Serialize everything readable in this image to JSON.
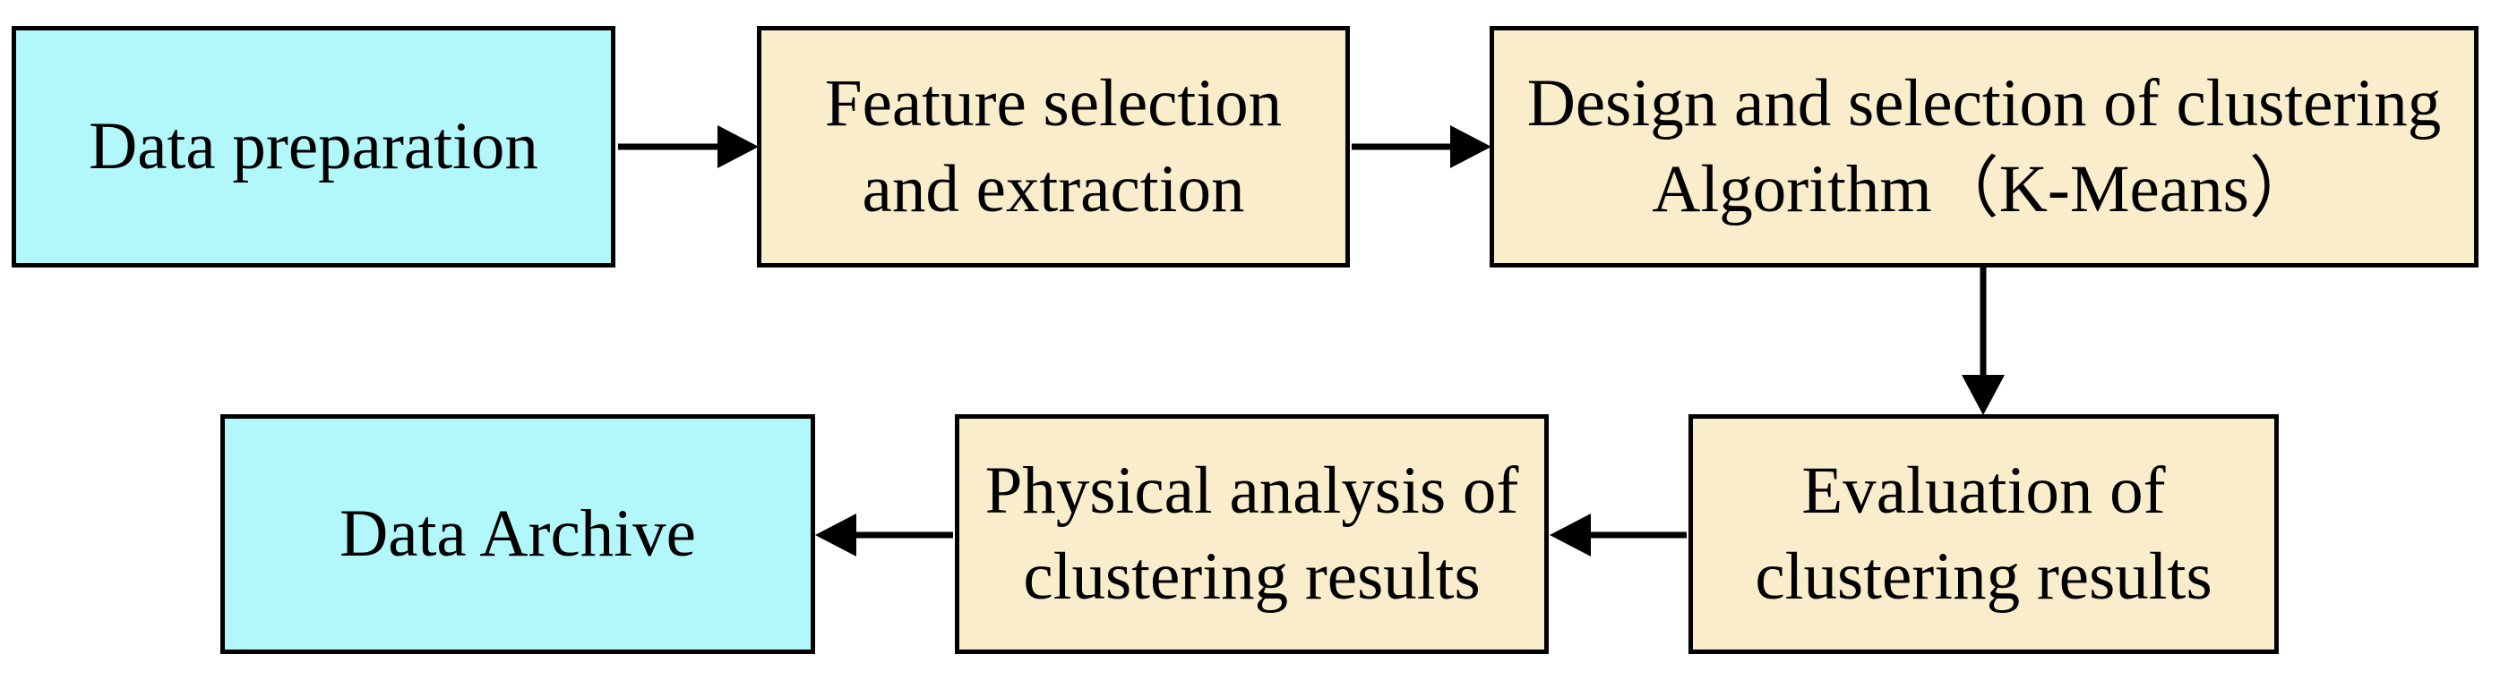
{
  "diagram": {
    "type": "flowchart",
    "colors": {
      "background": "#FFFFFF",
      "node_fill_cyan": "#B2F8FB",
      "node_fill_tan": "#FAEDCC",
      "node_border": "#000000",
      "text": "#000000",
      "arrow": "#000000"
    },
    "nodes": [
      {
        "id": "data-preparation",
        "lines": [
          "Data preparation"
        ],
        "fill": "#B2F8FB"
      },
      {
        "id": "feature-selection-extraction",
        "lines": [
          "Feature selection",
          "and extraction"
        ],
        "fill": "#FAEDCC"
      },
      {
        "id": "clustering-algorithm-design",
        "lines": [
          "Design and selection of clustering",
          "Algorithm（K-Means）"
        ],
        "fill": "#FAEDCC"
      },
      {
        "id": "data-archive",
        "lines": [
          "Data Archive"
        ],
        "fill": "#B2F8FB"
      },
      {
        "id": "physical-analysis",
        "lines": [
          "Physical analysis of",
          "clustering results"
        ],
        "fill": "#FAEDCC"
      },
      {
        "id": "evaluation",
        "lines": [
          "Evaluation of",
          "clustering results"
        ],
        "fill": "#FAEDCC"
      }
    ],
    "edges": [
      {
        "from": "data-preparation",
        "to": "feature-selection-extraction",
        "direction": "right"
      },
      {
        "from": "feature-selection-extraction",
        "to": "clustering-algorithm-design",
        "direction": "right"
      },
      {
        "from": "clustering-algorithm-design",
        "to": "evaluation",
        "direction": "down"
      },
      {
        "from": "evaluation",
        "to": "physical-analysis",
        "direction": "left"
      },
      {
        "from": "physical-analysis",
        "to": "data-archive",
        "direction": "left"
      }
    ]
  }
}
